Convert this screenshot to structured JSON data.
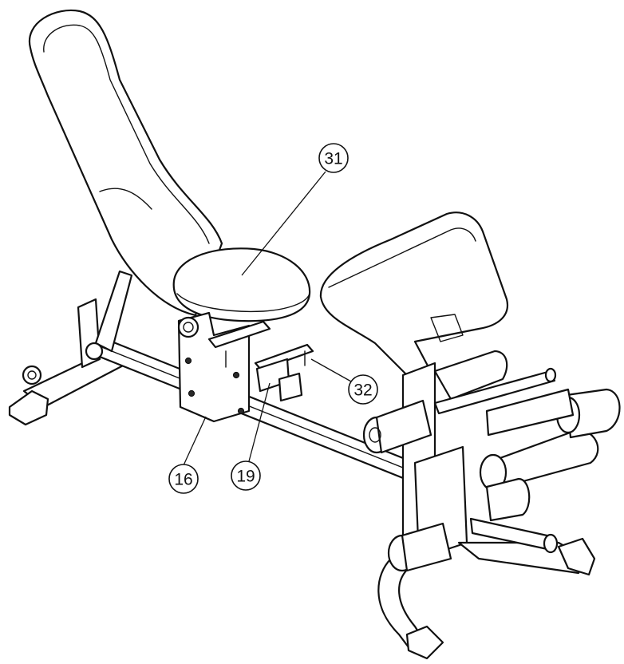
{
  "callouts": [
    {
      "id": "callout-31",
      "label": "31"
    },
    {
      "id": "callout-32",
      "label": "32"
    },
    {
      "id": "callout-16",
      "label": "16"
    },
    {
      "id": "callout-19",
      "label": "19"
    }
  ],
  "colors": {
    "line": "#111111",
    "background": "#ffffff"
  }
}
